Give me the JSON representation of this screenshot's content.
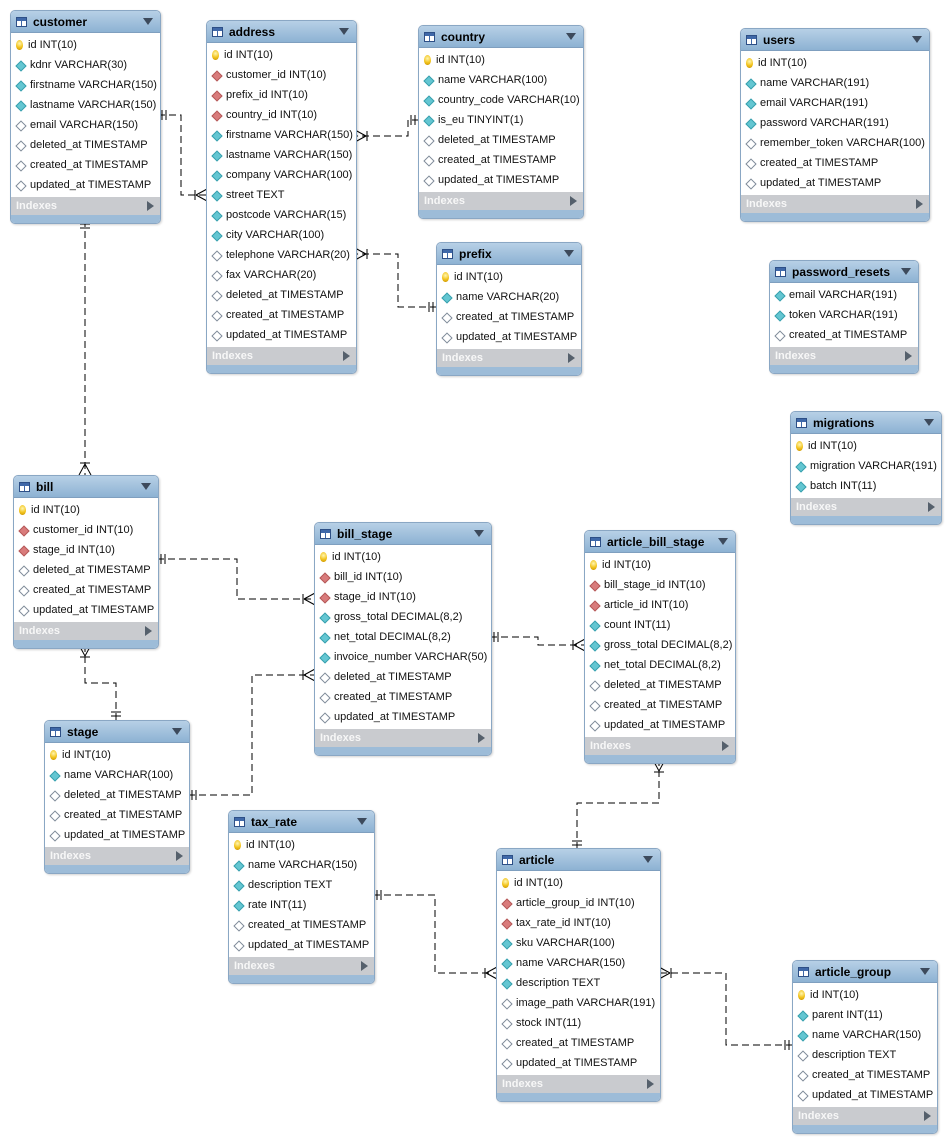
{
  "tables": [
    {
      "id": "customer",
      "name": "customer",
      "columns": [
        {
          "text": "id INT(10)",
          "kind": "pk"
        },
        {
          "text": "kdnr VARCHAR(30)",
          "kind": "attr"
        },
        {
          "text": "firstname VARCHAR(150)",
          "kind": "attr"
        },
        {
          "text": "lastname VARCHAR(150)",
          "kind": "attr"
        },
        {
          "text": "email VARCHAR(150)",
          "kind": "null"
        },
        {
          "text": "deleted_at TIMESTAMP",
          "kind": "null"
        },
        {
          "text": "created_at TIMESTAMP",
          "kind": "null"
        },
        {
          "text": "updated_at TIMESTAMP",
          "kind": "null"
        }
      ],
      "indexes": "Indexes"
    },
    {
      "id": "address",
      "name": "address",
      "columns": [
        {
          "text": "id INT(10)",
          "kind": "pk"
        },
        {
          "text": "customer_id INT(10)",
          "kind": "fk"
        },
        {
          "text": "prefix_id INT(10)",
          "kind": "fk"
        },
        {
          "text": "country_id INT(10)",
          "kind": "fk"
        },
        {
          "text": "firstname VARCHAR(150)",
          "kind": "attr"
        },
        {
          "text": "lastname VARCHAR(150)",
          "kind": "attr"
        },
        {
          "text": "company VARCHAR(100)",
          "kind": "attr"
        },
        {
          "text": "street TEXT",
          "kind": "attr"
        },
        {
          "text": "postcode VARCHAR(15)",
          "kind": "attr"
        },
        {
          "text": "city VARCHAR(100)",
          "kind": "attr"
        },
        {
          "text": "telephone VARCHAR(20)",
          "kind": "null"
        },
        {
          "text": "fax VARCHAR(20)",
          "kind": "null"
        },
        {
          "text": "deleted_at TIMESTAMP",
          "kind": "null"
        },
        {
          "text": "created_at TIMESTAMP",
          "kind": "null"
        },
        {
          "text": "updated_at TIMESTAMP",
          "kind": "null"
        }
      ],
      "indexes": "Indexes"
    },
    {
      "id": "country",
      "name": "country",
      "columns": [
        {
          "text": "id INT(10)",
          "kind": "pk"
        },
        {
          "text": "name VARCHAR(100)",
          "kind": "attr"
        },
        {
          "text": "country_code VARCHAR(10)",
          "kind": "attr"
        },
        {
          "text": "is_eu TINYINT(1)",
          "kind": "attr"
        },
        {
          "text": "deleted_at TIMESTAMP",
          "kind": "null"
        },
        {
          "text": "created_at TIMESTAMP",
          "kind": "null"
        },
        {
          "text": "updated_at TIMESTAMP",
          "kind": "null"
        }
      ],
      "indexes": "Indexes"
    },
    {
      "id": "users",
      "name": "users",
      "columns": [
        {
          "text": "id INT(10)",
          "kind": "pk"
        },
        {
          "text": "name VARCHAR(191)",
          "kind": "attr"
        },
        {
          "text": "email VARCHAR(191)",
          "kind": "attr"
        },
        {
          "text": "password VARCHAR(191)",
          "kind": "attr"
        },
        {
          "text": "remember_token VARCHAR(100)",
          "kind": "null"
        },
        {
          "text": "created_at TIMESTAMP",
          "kind": "null"
        },
        {
          "text": "updated_at TIMESTAMP",
          "kind": "null"
        }
      ],
      "indexes": "Indexes"
    },
    {
      "id": "prefix",
      "name": "prefix",
      "columns": [
        {
          "text": "id INT(10)",
          "kind": "pk"
        },
        {
          "text": "name VARCHAR(20)",
          "kind": "attr"
        },
        {
          "text": "created_at TIMESTAMP",
          "kind": "null"
        },
        {
          "text": "updated_at TIMESTAMP",
          "kind": "null"
        }
      ],
      "indexes": "Indexes"
    },
    {
      "id": "password_resets",
      "name": "password_resets",
      "columns": [
        {
          "text": "email VARCHAR(191)",
          "kind": "attr"
        },
        {
          "text": "token VARCHAR(191)",
          "kind": "attr"
        },
        {
          "text": "created_at TIMESTAMP",
          "kind": "null"
        }
      ],
      "indexes": "Indexes"
    },
    {
      "id": "migrations",
      "name": "migrations",
      "columns": [
        {
          "text": "id INT(10)",
          "kind": "pk"
        },
        {
          "text": "migration VARCHAR(191)",
          "kind": "attr"
        },
        {
          "text": "batch INT(11)",
          "kind": "attr"
        }
      ],
      "indexes": "Indexes"
    },
    {
      "id": "bill",
      "name": "bill",
      "columns": [
        {
          "text": "id INT(10)",
          "kind": "pk"
        },
        {
          "text": "customer_id INT(10)",
          "kind": "fk"
        },
        {
          "text": "stage_id INT(10)",
          "kind": "fk"
        },
        {
          "text": "deleted_at TIMESTAMP",
          "kind": "null"
        },
        {
          "text": "created_at TIMESTAMP",
          "kind": "null"
        },
        {
          "text": "updated_at TIMESTAMP",
          "kind": "null"
        }
      ],
      "indexes": "Indexes"
    },
    {
      "id": "bill_stage",
      "name": "bill_stage",
      "columns": [
        {
          "text": "id INT(10)",
          "kind": "pk"
        },
        {
          "text": "bill_id INT(10)",
          "kind": "fk"
        },
        {
          "text": "stage_id INT(10)",
          "kind": "fk"
        },
        {
          "text": "gross_total DECIMAL(8,2)",
          "kind": "attr"
        },
        {
          "text": "net_total DECIMAL(8,2)",
          "kind": "attr"
        },
        {
          "text": "invoice_number VARCHAR(50)",
          "kind": "attr"
        },
        {
          "text": "deleted_at TIMESTAMP",
          "kind": "null"
        },
        {
          "text": "created_at TIMESTAMP",
          "kind": "null"
        },
        {
          "text": "updated_at TIMESTAMP",
          "kind": "null"
        }
      ],
      "indexes": "Indexes"
    },
    {
      "id": "article_bill_stage",
      "name": "article_bill_stage",
      "columns": [
        {
          "text": "id INT(10)",
          "kind": "pk"
        },
        {
          "text": "bill_stage_id INT(10)",
          "kind": "fk"
        },
        {
          "text": "article_id INT(10)",
          "kind": "fk"
        },
        {
          "text": "count INT(11)",
          "kind": "attr"
        },
        {
          "text": "gross_total DECIMAL(8,2)",
          "kind": "attr"
        },
        {
          "text": "net_total DECIMAL(8,2)",
          "kind": "attr"
        },
        {
          "text": "deleted_at TIMESTAMP",
          "kind": "null"
        },
        {
          "text": "created_at TIMESTAMP",
          "kind": "null"
        },
        {
          "text": "updated_at TIMESTAMP",
          "kind": "null"
        }
      ],
      "indexes": "Indexes"
    },
    {
      "id": "stage",
      "name": "stage",
      "columns": [
        {
          "text": "id INT(10)",
          "kind": "pk"
        },
        {
          "text": "name VARCHAR(100)",
          "kind": "attr"
        },
        {
          "text": "deleted_at TIMESTAMP",
          "kind": "null"
        },
        {
          "text": "created_at TIMESTAMP",
          "kind": "null"
        },
        {
          "text": "updated_at TIMESTAMP",
          "kind": "null"
        }
      ],
      "indexes": "Indexes"
    },
    {
      "id": "tax_rate",
      "name": "tax_rate",
      "columns": [
        {
          "text": "id INT(10)",
          "kind": "pk"
        },
        {
          "text": "name VARCHAR(150)",
          "kind": "attr"
        },
        {
          "text": "description TEXT",
          "kind": "attr"
        },
        {
          "text": "rate INT(11)",
          "kind": "attr"
        },
        {
          "text": "created_at TIMESTAMP",
          "kind": "null"
        },
        {
          "text": "updated_at TIMESTAMP",
          "kind": "null"
        }
      ],
      "indexes": "Indexes"
    },
    {
      "id": "article",
      "name": "article",
      "columns": [
        {
          "text": "id INT(10)",
          "kind": "pk"
        },
        {
          "text": "article_group_id INT(10)",
          "kind": "fk"
        },
        {
          "text": "tax_rate_id INT(10)",
          "kind": "fk"
        },
        {
          "text": "sku VARCHAR(100)",
          "kind": "attr"
        },
        {
          "text": "name VARCHAR(150)",
          "kind": "attr"
        },
        {
          "text": "description TEXT",
          "kind": "attr"
        },
        {
          "text": "image_path VARCHAR(191)",
          "kind": "null"
        },
        {
          "text": "stock INT(11)",
          "kind": "null"
        },
        {
          "text": "created_at TIMESTAMP",
          "kind": "null"
        },
        {
          "text": "updated_at TIMESTAMP",
          "kind": "null"
        }
      ],
      "indexes": "Indexes"
    },
    {
      "id": "article_group",
      "name": "article_group",
      "columns": [
        {
          "text": "id INT(10)",
          "kind": "pk"
        },
        {
          "text": "parent INT(11)",
          "kind": "attr"
        },
        {
          "text": "name VARCHAR(150)",
          "kind": "attr"
        },
        {
          "text": "description TEXT",
          "kind": "null"
        },
        {
          "text": "created_at TIMESTAMP",
          "kind": "null"
        },
        {
          "text": "updated_at TIMESTAMP",
          "kind": "null"
        }
      ],
      "indexes": "Indexes"
    }
  ],
  "relationships": [
    {
      "from": "customer",
      "to": "address"
    },
    {
      "from": "country",
      "to": "address"
    },
    {
      "from": "prefix",
      "to": "address"
    },
    {
      "from": "customer",
      "to": "bill"
    },
    {
      "from": "bill",
      "to": "bill_stage"
    },
    {
      "from": "stage",
      "to": "bill"
    },
    {
      "from": "stage",
      "to": "bill_stage"
    },
    {
      "from": "bill_stage",
      "to": "article_bill_stage"
    },
    {
      "from": "article",
      "to": "article_bill_stage"
    },
    {
      "from": "tax_rate",
      "to": "article"
    },
    {
      "from": "article_group",
      "to": "article"
    }
  ],
  "colors": {
    "header": "#8db2d3",
    "foreign_key": "#d97b7b",
    "attribute": "#63c6d2",
    "primary_key": "#f2c21a",
    "indexes_bar": "#c9cbcf",
    "connector": "#000000"
  }
}
